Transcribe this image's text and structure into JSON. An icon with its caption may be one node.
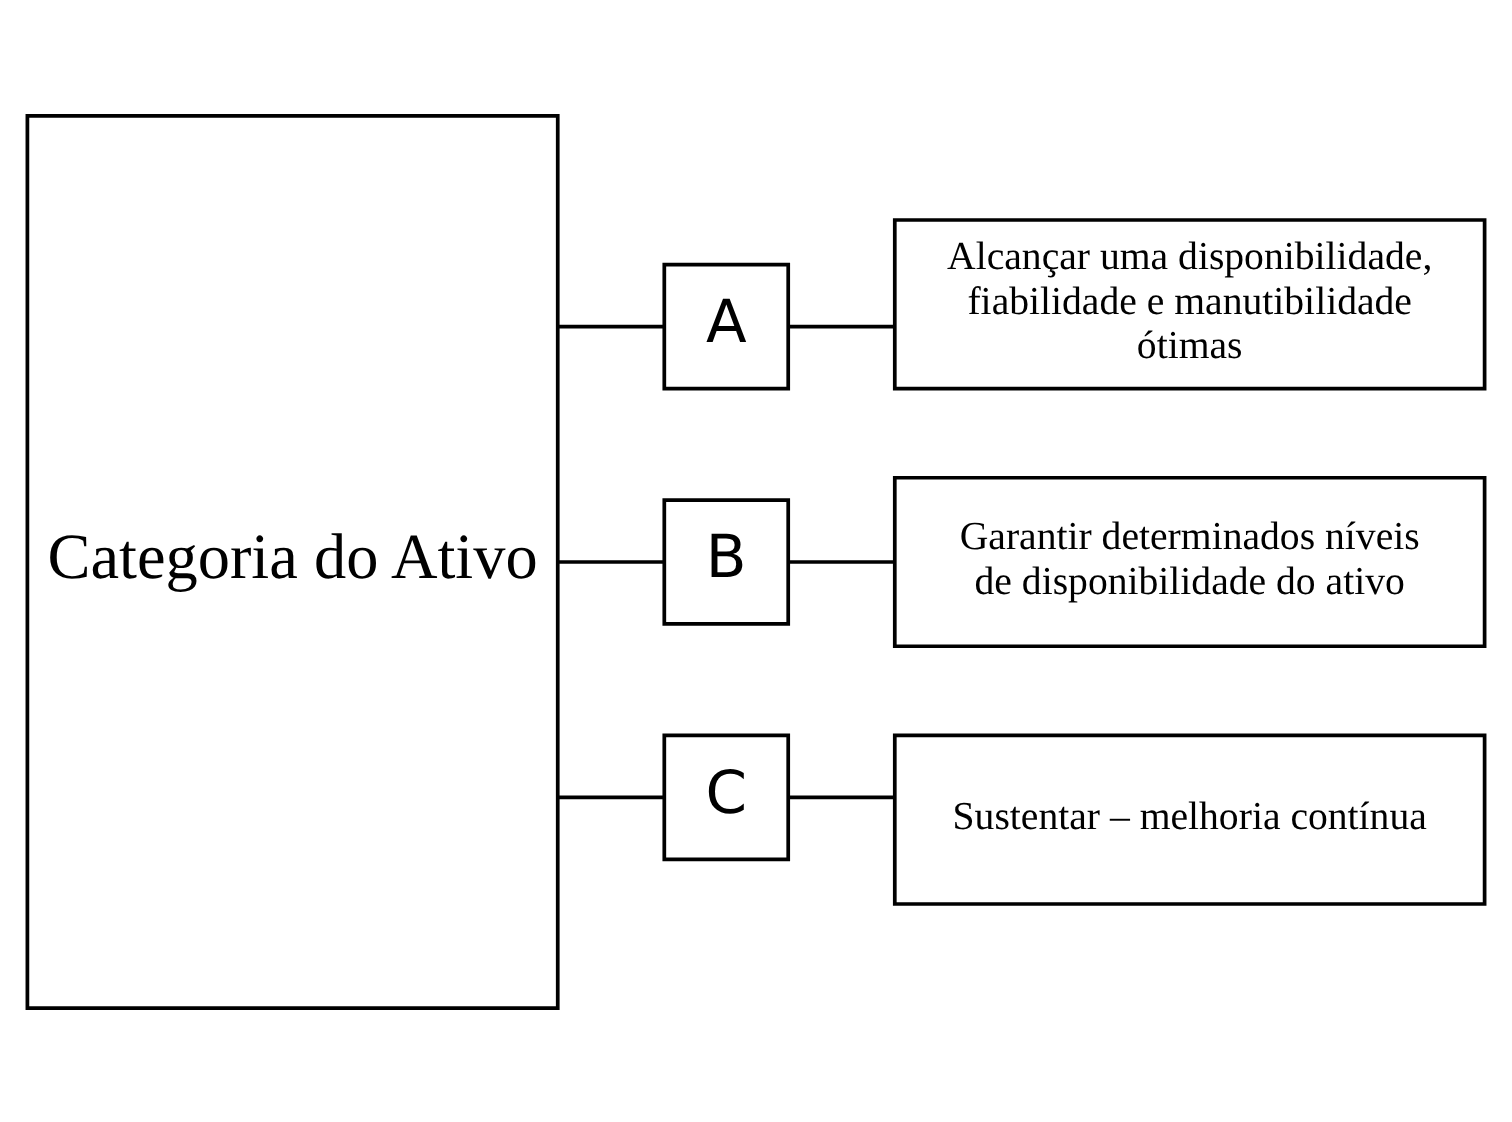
{
  "diagram": {
    "nodes": [
      {
        "text": [
          "Categoria do Ativo"
        ]
      },
      {
        "text": [
          "A"
        ]
      },
      {
        "text": [
          "B"
        ]
      },
      {
        "text": [
          "C"
        ]
      },
      {
        "text": [
          "Alcançar uma disponibilidade, fiabilidade e manutibilidade ótimas"
        ]
      },
      {
        "text": [
          "Garantir determinados níveis de disponibilidade do ativo"
        ]
      },
      {
        "text": [
          "Sustentar – melhoria contínua"
        ]
      }
    ],
    "edges": [
      {
        "from": 0,
        "to": 1,
        "arrow": "none"
      },
      {
        "from": 0,
        "to": 2,
        "arrow": "none"
      },
      {
        "from": 0,
        "to": 3,
        "arrow": "none"
      },
      {
        "from": 1,
        "to": 4,
        "arrow": "none"
      },
      {
        "from": 2,
        "to": 5,
        "arrow": "none"
      },
      {
        "from": 3,
        "to": 6,
        "arrow": "none"
      }
    ]
  }
}
